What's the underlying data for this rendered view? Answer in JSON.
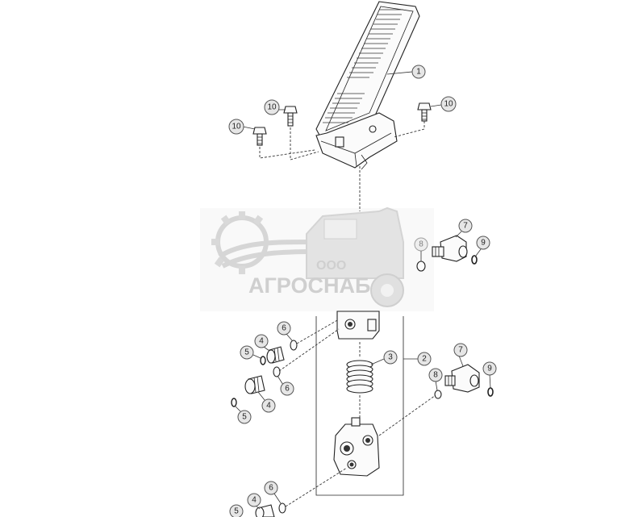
{
  "watermark": {
    "prefix": "ООО",
    "name": "АГРОСНАБ"
  },
  "callouts": [
    {
      "id": "c1",
      "label": "1"
    },
    {
      "id": "c10a",
      "label": "10"
    },
    {
      "id": "c10b",
      "label": "10"
    },
    {
      "id": "c10c",
      "label": "10"
    },
    {
      "id": "c7a",
      "label": "7"
    },
    {
      "id": "c8a",
      "label": "8"
    },
    {
      "id": "c9a",
      "label": "9"
    },
    {
      "id": "c6a",
      "label": "6"
    },
    {
      "id": "c4a",
      "label": "4"
    },
    {
      "id": "c5a",
      "label": "5"
    },
    {
      "id": "c3",
      "label": "3"
    },
    {
      "id": "c2",
      "label": "2"
    },
    {
      "id": "c7b",
      "label": "7"
    },
    {
      "id": "c8b",
      "label": "8"
    },
    {
      "id": "c9b",
      "label": "9"
    },
    {
      "id": "c6b",
      "label": "6"
    },
    {
      "id": "c4b",
      "label": "4"
    },
    {
      "id": "c5b",
      "label": "5"
    },
    {
      "id": "c6c",
      "label": "6"
    },
    {
      "id": "c4c",
      "label": "4"
    },
    {
      "id": "c5c",
      "label": "5"
    }
  ]
}
